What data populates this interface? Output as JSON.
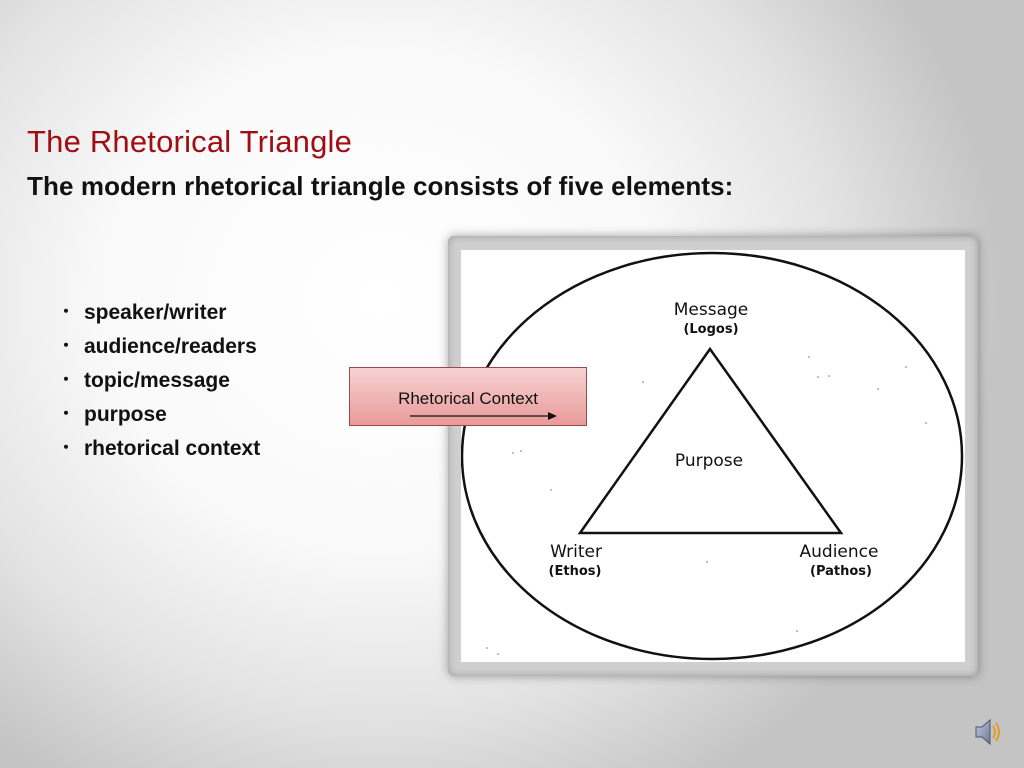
{
  "slide": {
    "title": "The Rhetorical Triangle",
    "subtitle": "The modern rhetorical triangle consists of five elements:",
    "bullets": [
      "speaker/writer",
      "audience/readers",
      "topic/message",
      "purpose",
      "rhetorical context"
    ]
  },
  "diagram": {
    "context_label": "Rhetorical Context",
    "message": "Message",
    "message_sub": "(Logos)",
    "purpose": "Purpose",
    "writer": "Writer",
    "writer_sub": "(Ethos)",
    "audience": "Audience",
    "audience_sub": "(Pathos)"
  },
  "icons": {
    "speaker": "speaker-sound-icon"
  },
  "colors": {
    "title": "#a00d12",
    "context_box": "#e89a9a"
  }
}
